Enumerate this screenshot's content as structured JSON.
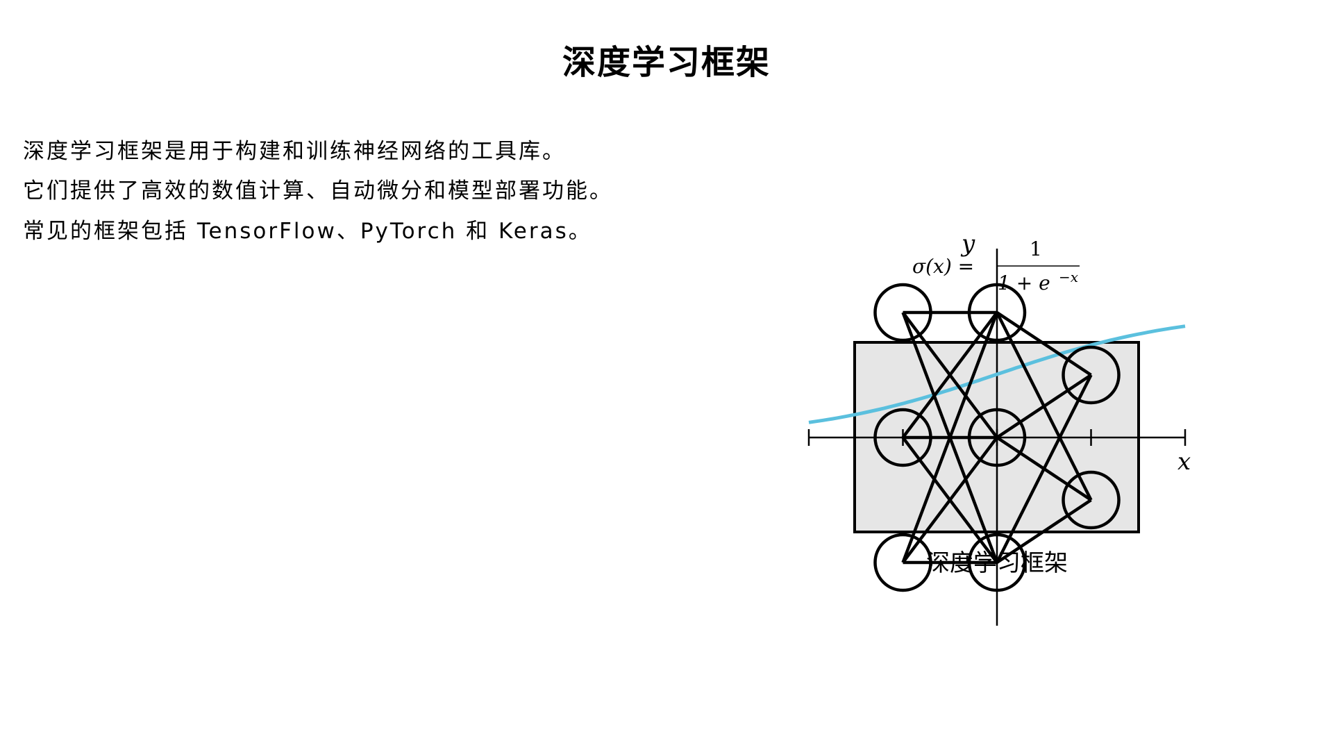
{
  "slide": {
    "title": "深度学习框架",
    "body_lines": [
      "深度学习框架是用于构建和训练神经网络的工具库。",
      "它们提供了高效的数值计算、自动微分和模型部署功能。",
      "常见的框架包括 TensorFlow、PyTorch 和 Keras。"
    ]
  },
  "diagram": {
    "caption": "深度学习框架",
    "formula": {
      "lhs": "σ(x) =",
      "numerator": "1",
      "denominator": "1 + e",
      "exponent": "−x"
    },
    "x_axis_label": "x",
    "y_axis_label": "y",
    "x_range": [
      -2,
      2
    ],
    "x_ticks": [
      -2,
      -1,
      0,
      1,
      2
    ],
    "curve_color": "#5bc0de",
    "box_fill": "#e6e6e6",
    "layers": [
      [
        [
          -1,
          1
        ],
        [
          -1,
          0
        ],
        [
          -1,
          -1
        ]
      ],
      [
        [
          0,
          1
        ],
        [
          0,
          0
        ],
        [
          0,
          -1
        ]
      ],
      [
        [
          1,
          0.5
        ],
        [
          1,
          -0.5
        ]
      ]
    ]
  }
}
